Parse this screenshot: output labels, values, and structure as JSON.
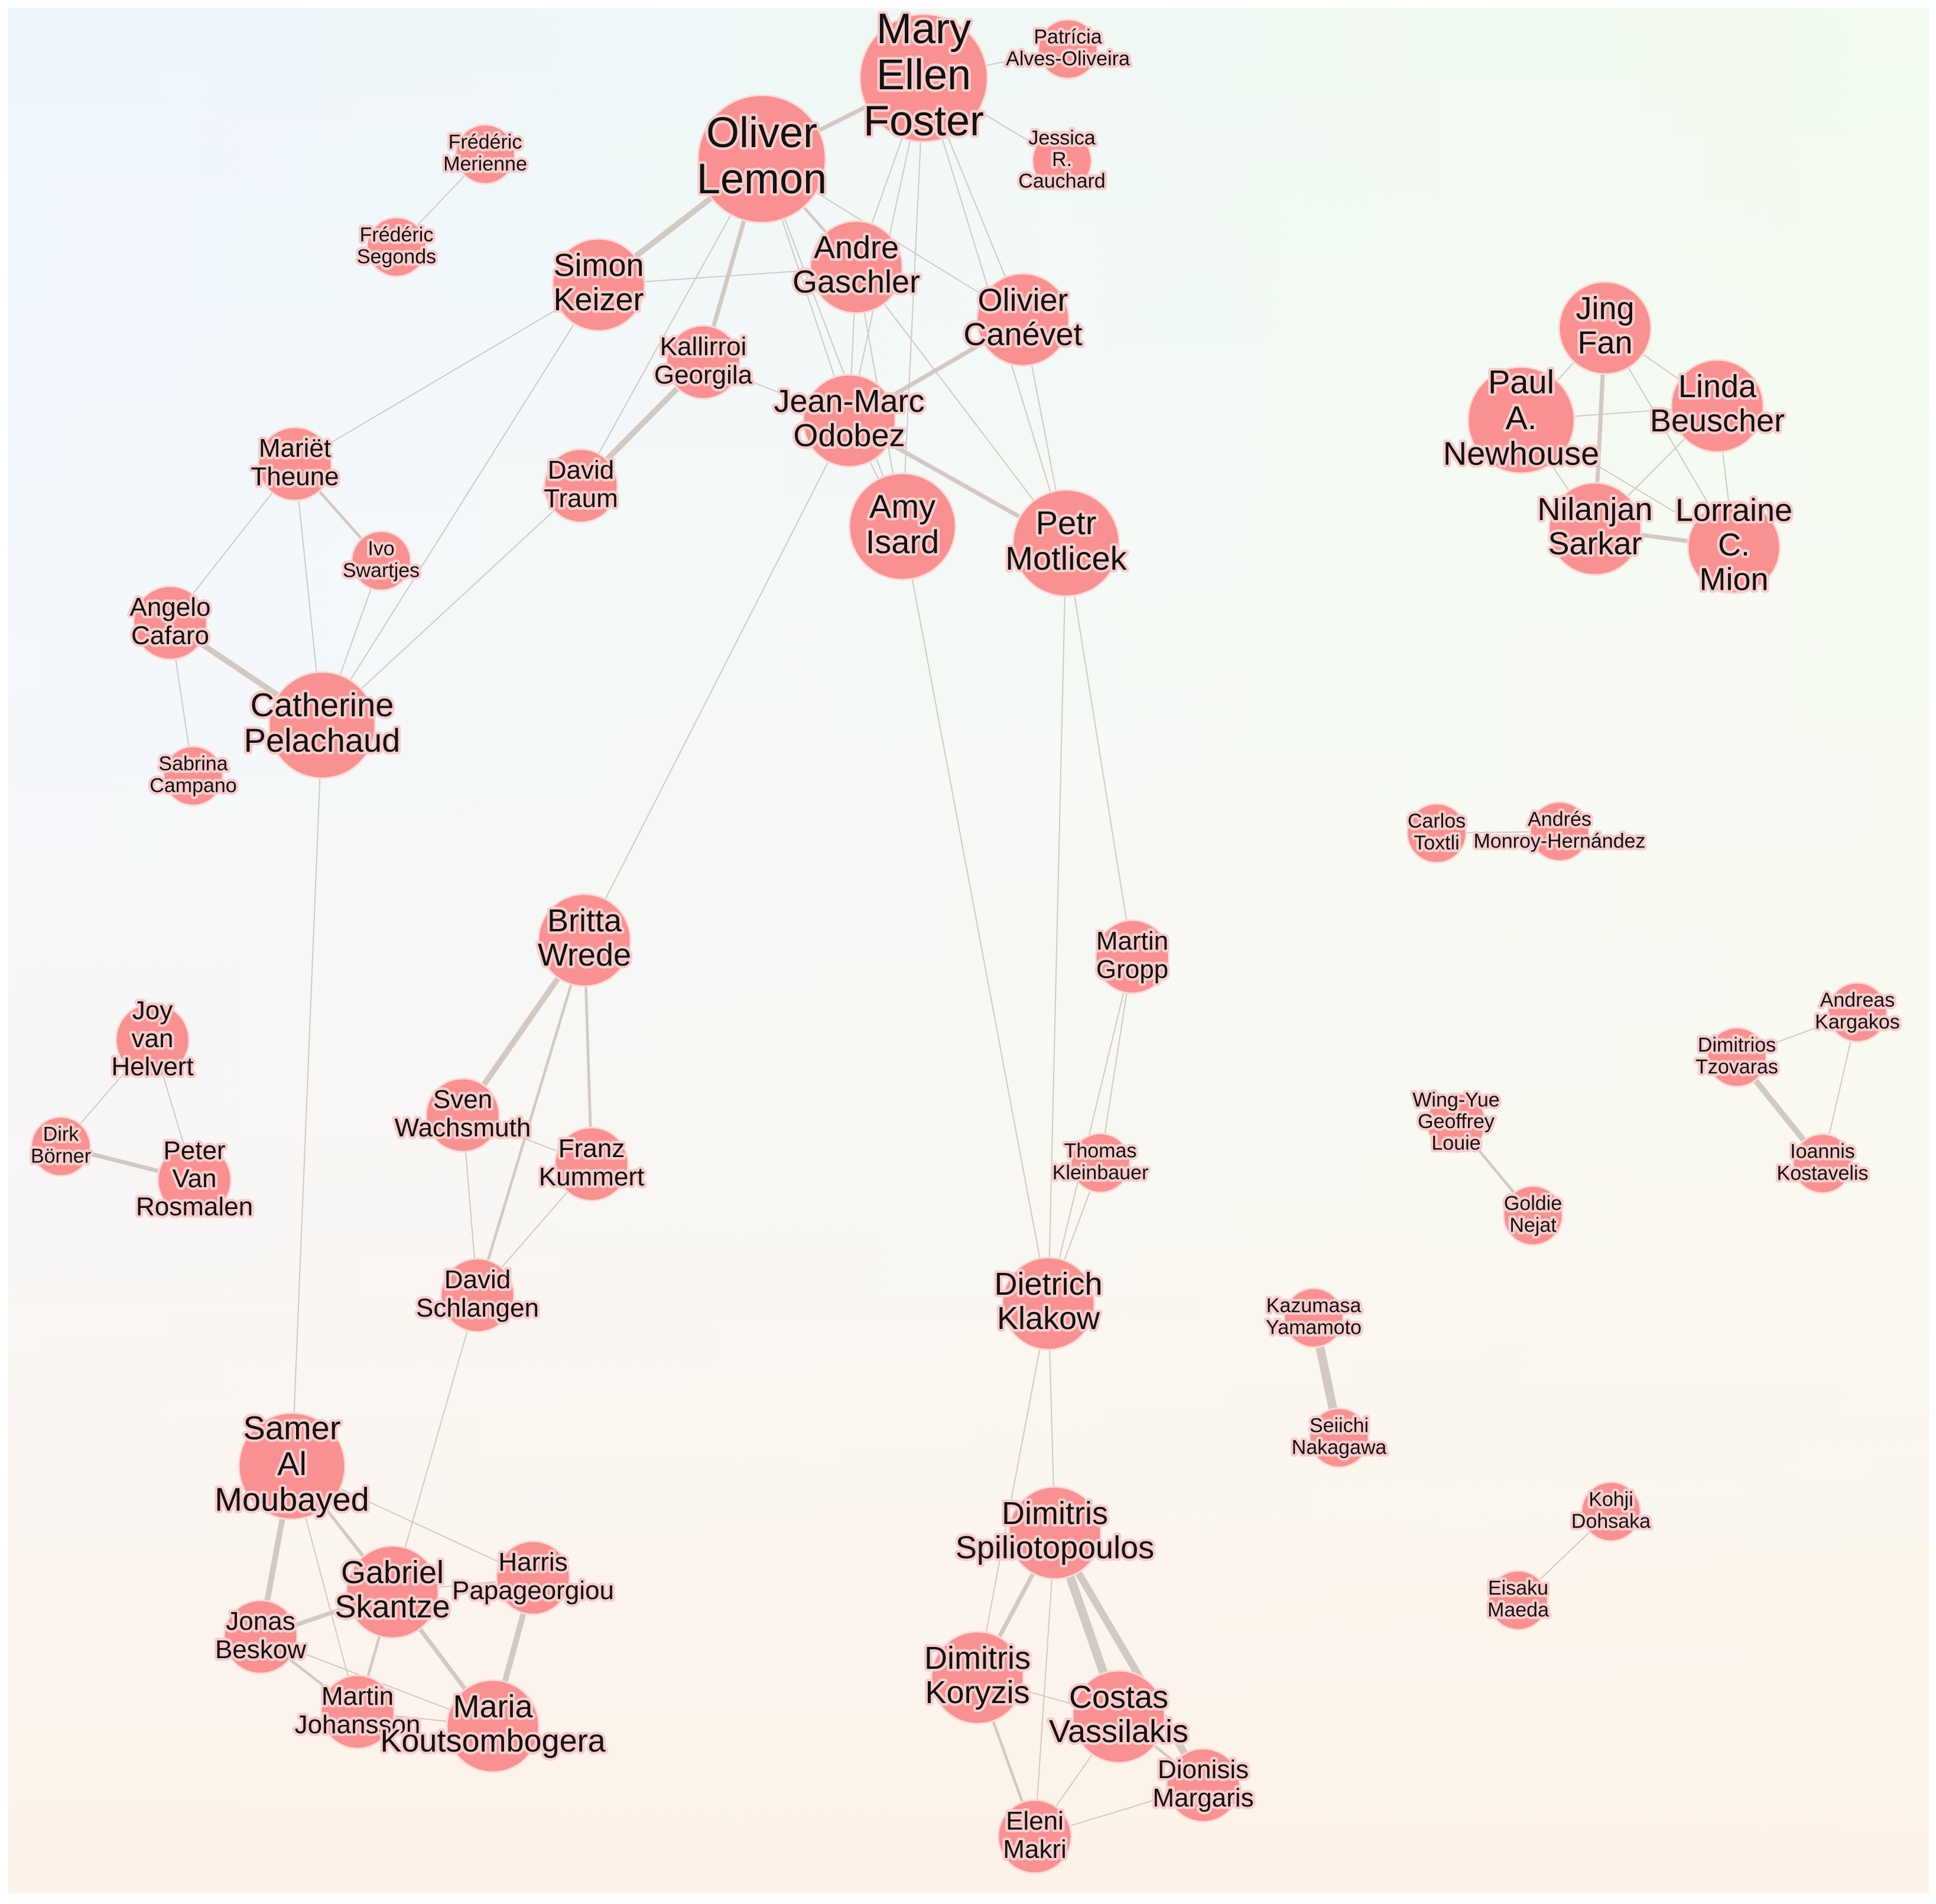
{
  "graph": {
    "node_color": "#f99091",
    "edge_color": "#d2c9c2",
    "background": {
      "top_left": "#eef5fd",
      "top_right": "#f2fbee",
      "bottom_left": "#fdf0ee",
      "bottom_right": "#fefbe4"
    },
    "nodes": [
      {
        "id": "mef",
        "label": [
          "Mary",
          "Ellen",
          "Foster"
        ],
        "weight": 5
      },
      {
        "id": "pao",
        "label": [
          "Patrícia",
          "Alves-Oliveira"
        ],
        "weight": 1
      },
      {
        "id": "jrc",
        "label": [
          "Jessica",
          "R.",
          "Cauchard"
        ],
        "weight": 1
      },
      {
        "id": "ol",
        "label": [
          "Oliver",
          "Lemon"
        ],
        "weight": 5
      },
      {
        "id": "fm",
        "label": [
          "Frédéric",
          "Merienne"
        ],
        "weight": 1
      },
      {
        "id": "fs",
        "label": [
          "Frédéric",
          "Segonds"
        ],
        "weight": 1
      },
      {
        "id": "sk",
        "label": [
          "Simon",
          "Keizer"
        ],
        "weight": 3
      },
      {
        "id": "ag",
        "label": [
          "Andre",
          "Gaschler"
        ],
        "weight": 3
      },
      {
        "id": "oc",
        "label": [
          "Olivier",
          "Canévet"
        ],
        "weight": 3
      },
      {
        "id": "kg",
        "label": [
          "Kallirroi",
          "Georgila"
        ],
        "weight": 2
      },
      {
        "id": "jmo",
        "label": [
          "Jean-Marc",
          "Odobez"
        ],
        "weight": 3
      },
      {
        "id": "mt",
        "label": [
          "Mariët",
          "Theune"
        ],
        "weight": 2
      },
      {
        "id": "dt",
        "label": [
          "David",
          "Traum"
        ],
        "weight": 2
      },
      {
        "id": "ai",
        "label": [
          "Amy",
          "Isard"
        ],
        "weight": 4
      },
      {
        "id": "pm",
        "label": [
          "Petr",
          "Motlicek"
        ],
        "weight": 4
      },
      {
        "id": "is",
        "label": [
          "Ivo",
          "Swartjes"
        ],
        "weight": 1
      },
      {
        "id": "ac",
        "label": [
          "Angelo",
          "Cafaro"
        ],
        "weight": 2
      },
      {
        "id": "cp",
        "label": [
          "Catherine",
          "Pelachaud"
        ],
        "weight": 4
      },
      {
        "id": "sc",
        "label": [
          "Sabrina",
          "Campano"
        ],
        "weight": 1
      },
      {
        "id": "jf",
        "label": [
          "Jing",
          "Fan"
        ],
        "weight": 3
      },
      {
        "id": "pan",
        "label": [
          "Paul",
          "A.",
          "Newhouse"
        ],
        "weight": 4
      },
      {
        "id": "lb",
        "label": [
          "Linda",
          "Beuscher"
        ],
        "weight": 3
      },
      {
        "id": "ns",
        "label": [
          "Nilanjan",
          "Sarkar"
        ],
        "weight": 3
      },
      {
        "id": "lcm",
        "label": [
          "Lorraine",
          "C.",
          "Mion"
        ],
        "weight": 3
      },
      {
        "id": "ct",
        "label": [
          "Carlos",
          "Toxtli"
        ],
        "weight": 1
      },
      {
        "id": "amh",
        "label": [
          "Andrés",
          "Monroy-Hernández"
        ],
        "weight": 1
      },
      {
        "id": "bw",
        "label": [
          "Britta",
          "Wrede"
        ],
        "weight": 3
      },
      {
        "id": "mg",
        "label": [
          "Martin",
          "Gropp"
        ],
        "weight": 2
      },
      {
        "id": "ak",
        "label": [
          "Andreas",
          "Kargakos"
        ],
        "weight": 1
      },
      {
        "id": "dtz",
        "label": [
          "Dimitrios",
          "Tzovaras"
        ],
        "weight": 1
      },
      {
        "id": "jvh",
        "label": [
          "Joy",
          "van",
          "Helvert"
        ],
        "weight": 2
      },
      {
        "id": "db",
        "label": [
          "Dirk",
          "Börner"
        ],
        "weight": 1
      },
      {
        "id": "pvr",
        "label": [
          "Peter",
          "Van",
          "Rosmalen"
        ],
        "weight": 2
      },
      {
        "id": "sw",
        "label": [
          "Sven",
          "Wachsmuth"
        ],
        "weight": 2
      },
      {
        "id": "fk",
        "label": [
          "Franz",
          "Kummert"
        ],
        "weight": 2
      },
      {
        "id": "tk",
        "label": [
          "Thomas",
          "Kleinbauer"
        ],
        "weight": 1
      },
      {
        "id": "wyl",
        "label": [
          "Wing-Yue",
          "Geoffrey",
          "Louie"
        ],
        "weight": 1
      },
      {
        "id": "ik",
        "label": [
          "Ioannis",
          "Kostavelis"
        ],
        "weight": 1
      },
      {
        "id": "gn",
        "label": [
          "Goldie",
          "Nejat"
        ],
        "weight": 1
      },
      {
        "id": "ds",
        "label": [
          "David",
          "Schlangen"
        ],
        "weight": 2
      },
      {
        "id": "dk",
        "label": [
          "Dietrich",
          "Klakow"
        ],
        "weight": 3
      },
      {
        "id": "ky",
        "label": [
          "Kazumasa",
          "Yamamoto"
        ],
        "weight": 1
      },
      {
        "id": "sn",
        "label": [
          "Seiichi",
          "Nakagawa"
        ],
        "weight": 1
      },
      {
        "id": "kd",
        "label": [
          "Kohji",
          "Dohsaka"
        ],
        "weight": 1
      },
      {
        "id": "ema",
        "label": [
          "Eisaku",
          "Maeda"
        ],
        "weight": 1
      },
      {
        "id": "sam",
        "label": [
          "Samer",
          "Al",
          "Moubayed"
        ],
        "weight": 4
      },
      {
        "id": "hp",
        "label": [
          "Harris",
          "Papageorgiou"
        ],
        "weight": 2
      },
      {
        "id": "gs",
        "label": [
          "Gabriel",
          "Skantze"
        ],
        "weight": 3
      },
      {
        "id": "ds2",
        "label": [
          "Dimitris",
          "Spiliotopoulos"
        ],
        "weight": 3
      },
      {
        "id": "jb",
        "label": [
          "Jonas",
          "Beskow"
        ],
        "weight": 2
      },
      {
        "id": "mj",
        "label": [
          "Martin",
          "Johansson"
        ],
        "weight": 2
      },
      {
        "id": "mk",
        "label": [
          "Maria",
          "Koutsombogera"
        ],
        "weight": 3
      },
      {
        "id": "dko",
        "label": [
          "Dimitris",
          "Koryzis"
        ],
        "weight": 3
      },
      {
        "id": "cv",
        "label": [
          "Costas",
          "Vassilakis"
        ],
        "weight": 3
      },
      {
        "id": "dm",
        "label": [
          "Dionisis",
          "Margaris"
        ],
        "weight": 2
      },
      {
        "id": "em",
        "label": [
          "Eleni",
          "Makri"
        ],
        "weight": 2
      }
    ],
    "edges": [
      [
        "ol",
        "mef",
        3
      ],
      [
        "mef",
        "pao",
        1
      ],
      [
        "mef",
        "jrc",
        1
      ],
      [
        "fm",
        "fs",
        1
      ],
      [
        "ol",
        "sk",
        4
      ],
      [
        "ol",
        "ag",
        2
      ],
      [
        "ol",
        "oc",
        1
      ],
      [
        "ol",
        "kg",
        3
      ],
      [
        "ol",
        "jmo",
        1
      ],
      [
        "ol",
        "ai",
        1
      ],
      [
        "ol",
        "dt",
        1
      ],
      [
        "mef",
        "ag",
        1
      ],
      [
        "mef",
        "jmo",
        1
      ],
      [
        "mef",
        "ai",
        1
      ],
      [
        "mef",
        "oc",
        1
      ],
      [
        "mef",
        "pm",
        1
      ],
      [
        "sk",
        "mt",
        1
      ],
      [
        "sk",
        "cp",
        1
      ],
      [
        "sk",
        "ag",
        1
      ],
      [
        "kg",
        "dt",
        4
      ],
      [
        "kg",
        "jmo",
        1
      ],
      [
        "ag",
        "jmo",
        1
      ],
      [
        "ag",
        "ai",
        1
      ],
      [
        "ag",
        "pm",
        1
      ],
      [
        "oc",
        "jmo",
        3
      ],
      [
        "oc",
        "pm",
        1
      ],
      [
        "jmo",
        "ai",
        1
      ],
      [
        "jmo",
        "pm",
        3
      ],
      [
        "jmo",
        "bw",
        1
      ],
      [
        "dt",
        "cp",
        1
      ],
      [
        "mt",
        "is",
        2
      ],
      [
        "mt",
        "ac",
        1
      ],
      [
        "mt",
        "cp",
        1
      ],
      [
        "is",
        "cp",
        1
      ],
      [
        "ac",
        "cp",
        4
      ],
      [
        "ac",
        "sc",
        1
      ],
      [
        "cp",
        "sam",
        1
      ],
      [
        "ai",
        "dk",
        1
      ],
      [
        "pm",
        "dk",
        1
      ],
      [
        "pm",
        "mg",
        1
      ],
      [
        "jf",
        "pan",
        1
      ],
      [
        "jf",
        "lb",
        1
      ],
      [
        "jf",
        "ns",
        3
      ],
      [
        "jf",
        "lcm",
        1
      ],
      [
        "pan",
        "lb",
        1
      ],
      [
        "pan",
        "ns",
        1
      ],
      [
        "pan",
        "lcm",
        1
      ],
      [
        "lb",
        "ns",
        1
      ],
      [
        "lb",
        "lcm",
        1
      ],
      [
        "ns",
        "lcm",
        3
      ],
      [
        "ct",
        "amh",
        1
      ],
      [
        "bw",
        "sw",
        4
      ],
      [
        "bw",
        "fk",
        2
      ],
      [
        "bw",
        "ds",
        2
      ],
      [
        "sw",
        "fk",
        1
      ],
      [
        "sw",
        "ds",
        1
      ],
      [
        "fk",
        "ds",
        1
      ],
      [
        "ds",
        "gs",
        1
      ],
      [
        "mg",
        "tk",
        1
      ],
      [
        "mg",
        "dk",
        1
      ],
      [
        "tk",
        "dk",
        1
      ],
      [
        "dk",
        "ds2",
        1
      ],
      [
        "dk",
        "dko",
        1
      ],
      [
        "jvh",
        "db",
        1
      ],
      [
        "jvh",
        "pvr",
        1
      ],
      [
        "db",
        "pvr",
        3
      ],
      [
        "dtz",
        "ak",
        1
      ],
      [
        "dtz",
        "ik",
        4
      ],
      [
        "ak",
        "ik",
        1
      ],
      [
        "wyl",
        "gn",
        2
      ],
      [
        "ky",
        "sn",
        6
      ],
      [
        "kd",
        "ema",
        1
      ],
      [
        "sam",
        "gs",
        2
      ],
      [
        "sam",
        "hp",
        1
      ],
      [
        "sam",
        "jb",
        4
      ],
      [
        "sam",
        "mj",
        1
      ],
      [
        "sam",
        "mk",
        1
      ],
      [
        "gs",
        "jb",
        3
      ],
      [
        "gs",
        "mj",
        2
      ],
      [
        "gs",
        "mk",
        3
      ],
      [
        "gs",
        "hp",
        1
      ],
      [
        "hp",
        "mk",
        4
      ],
      [
        "jb",
        "mj",
        2
      ],
      [
        "jb",
        "mk",
        1
      ],
      [
        "mj",
        "mk",
        1
      ],
      [
        "ds2",
        "dko",
        3
      ],
      [
        "ds2",
        "cv",
        6
      ],
      [
        "ds2",
        "dm",
        5
      ],
      [
        "ds2",
        "em",
        1
      ],
      [
        "dko",
        "cv",
        1
      ],
      [
        "dko",
        "em",
        2
      ],
      [
        "cv",
        "dm",
        2
      ],
      [
        "cv",
        "em",
        1
      ],
      [
        "em",
        "dm",
        1
      ]
    ]
  }
}
